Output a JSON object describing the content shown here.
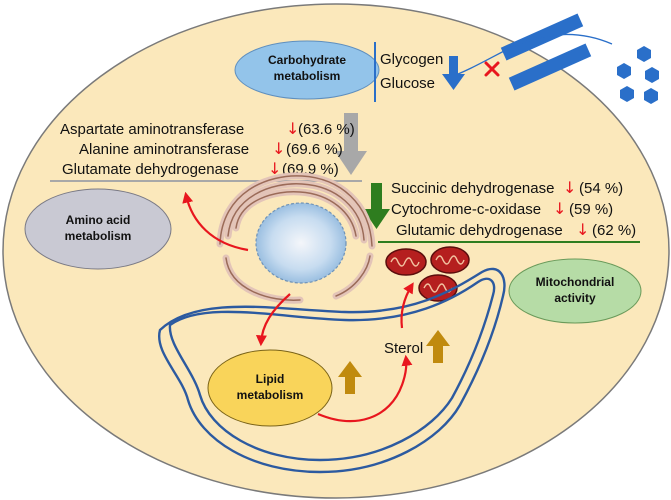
{
  "carbohydrate": {
    "node_label_line1": "Carbohydrate",
    "node_label_line2": "metabolism",
    "glycogen": "Glycogen",
    "glucose": "Glucose"
  },
  "amino_acid": {
    "node_label_line1": "Amino acid",
    "node_label_line2": "metabolism",
    "enzymes": [
      {
        "name": "Aspartate aminotransferase",
        "change": "(63.6 %)"
      },
      {
        "name": "Alanine aminotransferase",
        "change": "(69.6 %)"
      },
      {
        "name": "Glutamate dehydrogenase",
        "change": "(69.9 %)"
      }
    ]
  },
  "mitochondrial": {
    "node_label_line1": "Mitochondrial",
    "node_label_line2": "activity",
    "enzymes": [
      {
        "name": "Succinic dehydrogenase",
        "change": "(54 %)"
      },
      {
        "name": "Cytochrome-c-oxidase",
        "change": "(59 %)"
      },
      {
        "name": "Glutamic dehydrogenase",
        "change": "(62 %)"
      }
    ]
  },
  "lipid": {
    "node_label_line1": "Lipid",
    "node_label_line2": "metabolism",
    "sterol": "Sterol"
  },
  "symbols": {
    "down_arrow": "↓"
  },
  "colors": {
    "cell_fill": "#fbe8bb",
    "cell_stroke": "#7a7a7a",
    "carb_node": "#93c4ea",
    "amino_node": "#c9c9d3",
    "mito_node": "#b6dca6",
    "lipid_node": "#f9d45a",
    "red_arrow": "#e8161e",
    "blue_arrow": "#2a6fc9",
    "green_arrow": "#2e7d1f",
    "gold_arrow": "#c08a0e",
    "membrane": "#2c5aa0"
  }
}
